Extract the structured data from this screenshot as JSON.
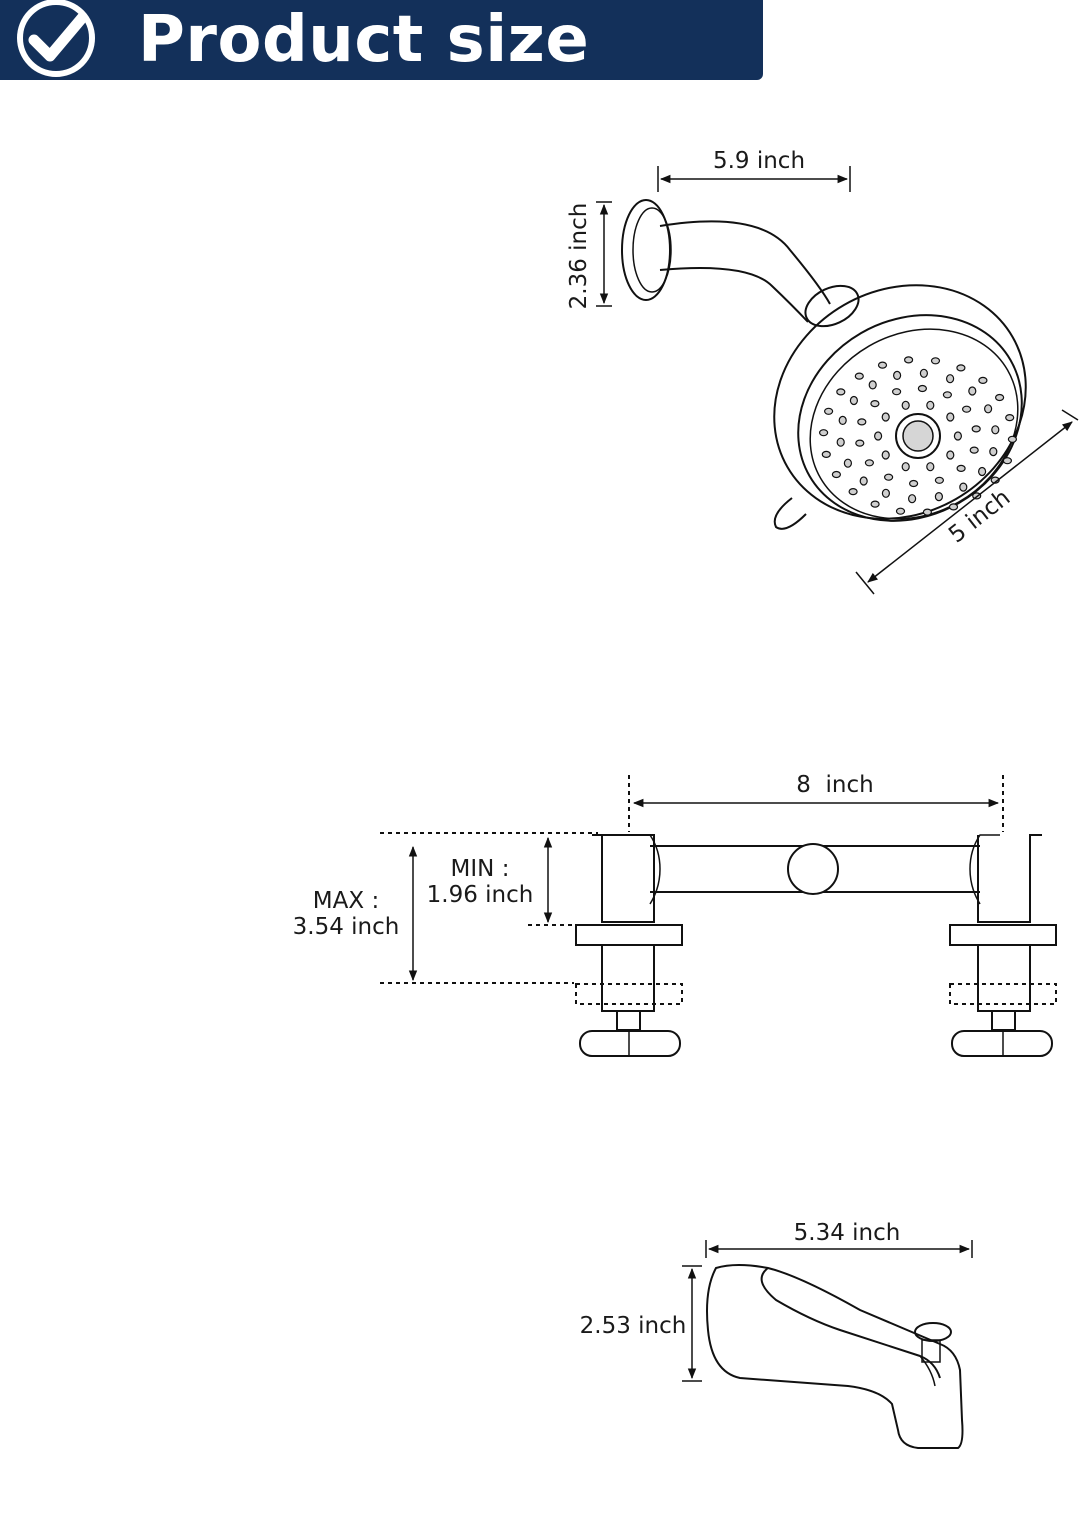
{
  "header": {
    "title": "Product size",
    "icon": "check-icon",
    "background_color": "#13305a",
    "text_color": "#ffffff"
  },
  "shower_head": {
    "arm_length": "5.9 inch",
    "flange_height": "2.36 inch",
    "head_diameter": "5 inch"
  },
  "valve": {
    "center_spacing": "8  inch",
    "min_label": "MIN :",
    "min_value": "1.96 inch",
    "max_label": "MAX :",
    "max_value": "3.54 inch"
  },
  "tub_spout": {
    "length": "5.34 inch",
    "height": "2.53 inch"
  }
}
